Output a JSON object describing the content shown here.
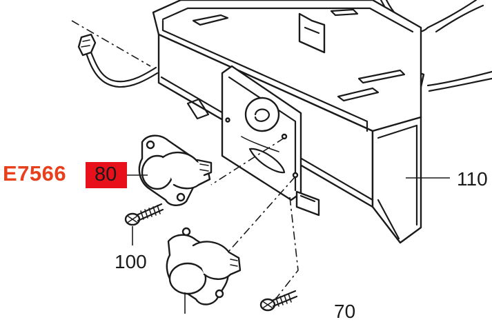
{
  "part_code": {
    "text": "E7566",
    "color": "#e8401c"
  },
  "highlight": {
    "text": "80",
    "color": "#e8101a"
  },
  "callouts": {
    "c110": "110",
    "c100": "100",
    "c70": "70"
  }
}
